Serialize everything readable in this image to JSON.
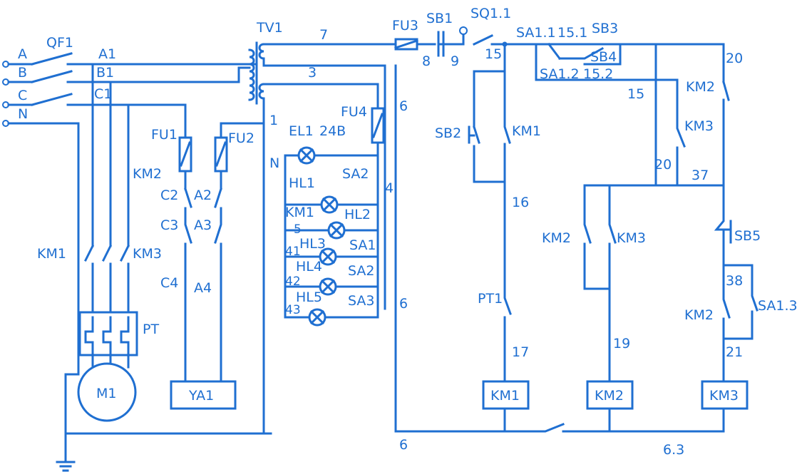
{
  "labels": {
    "phase_a": "A",
    "phase_b": "B",
    "phase_c": "C",
    "neutral": "N",
    "qf1": "QF1",
    "a1": "A1",
    "b1": "B1",
    "c1": "C1",
    "tv1": "TV1",
    "n7": "7",
    "n3": "3",
    "n1": "1",
    "nN": "N",
    "fu3": "FU3",
    "sb1": "SB1",
    "sq11": "SQ1.1",
    "n8": "8",
    "n9": "9",
    "n15a": "15",
    "sa11": "SA1.1",
    "n151": "15.1",
    "sb3": "SB3",
    "sb4": "SB4",
    "sa12": "SA1.2",
    "n152": "15.2",
    "n20a": "20",
    "n15b": "15",
    "km2_top": "KM2",
    "km3_top": "KM3",
    "n20b": "20",
    "n37": "37",
    "fu4": "FU4",
    "n6a": "6",
    "el1": "EL1",
    "v24": "24В",
    "sa2_top": "SA2",
    "n4": "4",
    "hl1": "HL1",
    "km1_mid": "KM1",
    "n5": "5",
    "hl2": "HL2",
    "hl3": "HL3",
    "sa1": "SA1",
    "n41": "41",
    "hl4": "HL4",
    "sa2": "SA2",
    "n42": "42",
    "hl5": "HL5",
    "sa3": "SA3",
    "n43": "43",
    "n6b": "6",
    "n6c": "6",
    "n63": "6.3",
    "fu1": "FU1",
    "fu2": "FU2",
    "km2_left": "KM2",
    "c2": "C2",
    "a2": "A2",
    "c3": "C3",
    "a3": "A3",
    "c4": "C4",
    "a4": "A4",
    "km1_left": "KM1",
    "km3_left": "KM3",
    "pt": "PT",
    "m1": "M1",
    "ya1": "YA1",
    "sb2": "SB2",
    "km1_hold": "KM1",
    "n16": "16",
    "pt1": "PT1",
    "n17": "17",
    "km2_par": "KM2",
    "km3_par": "KM3",
    "n19": "19",
    "sb5": "SB5",
    "n38": "38",
    "km2_r": "KM2",
    "sa13": "SA1.3",
    "n21": "21",
    "coil_km1": "KM1",
    "coil_km2": "KM2",
    "coil_km3": "KM3"
  },
  "colors": {
    "wire": "#1f6fd1",
    "background": "#ffffff"
  }
}
